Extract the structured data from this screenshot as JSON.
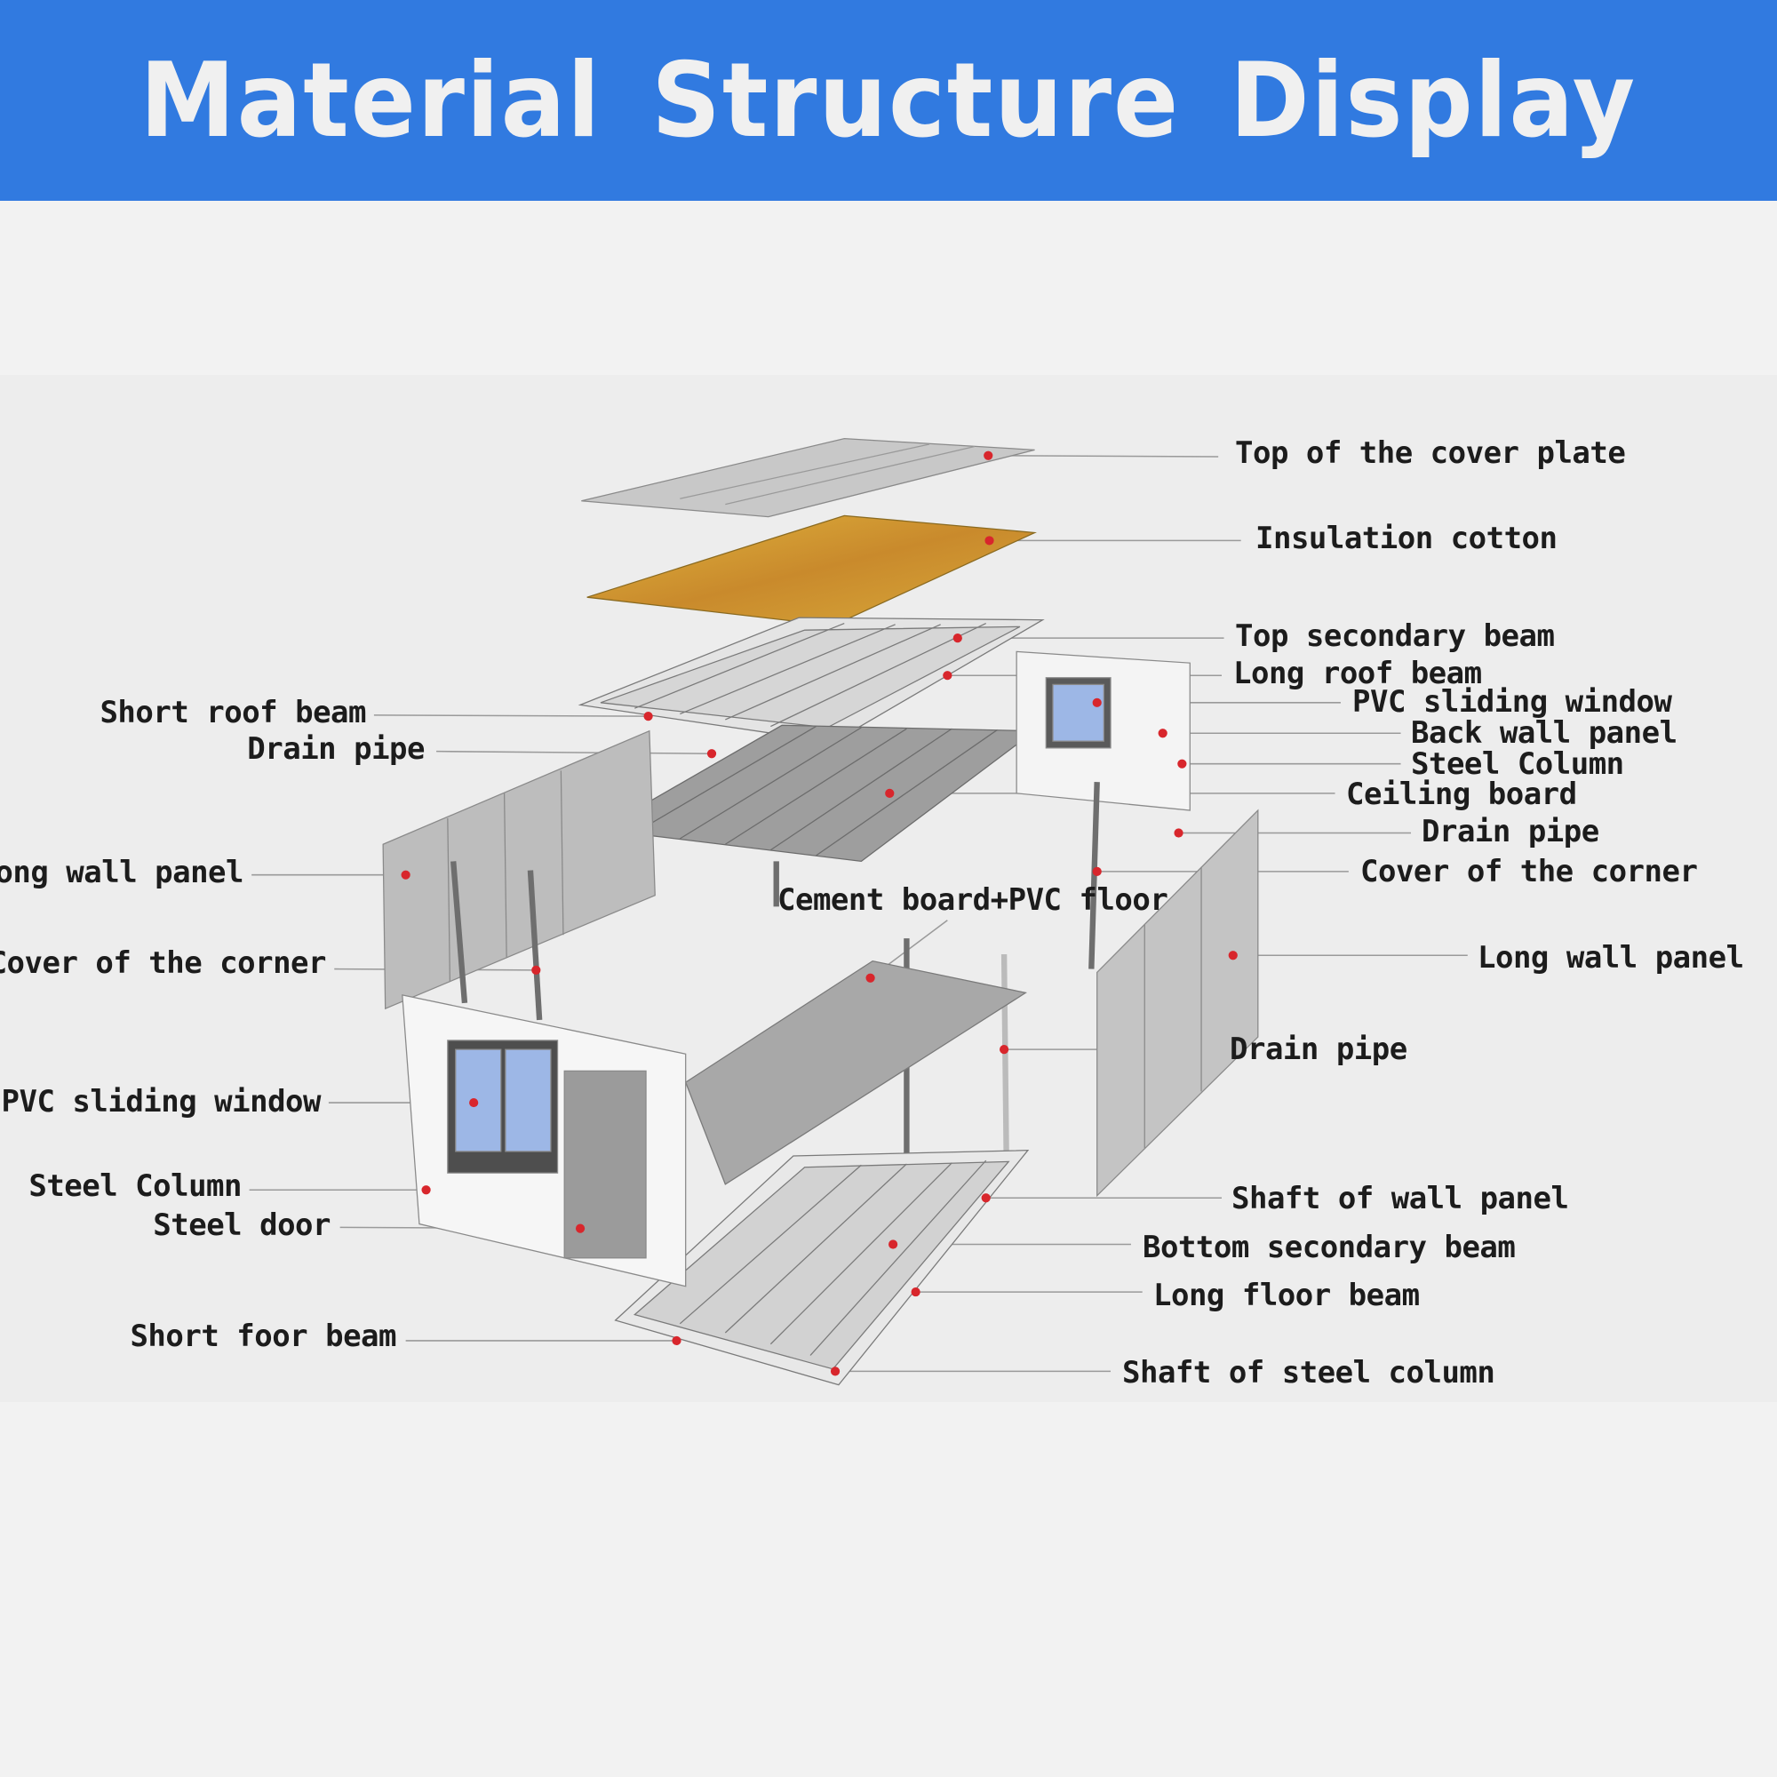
{
  "header": {
    "title": "Material Structure Display",
    "color": "#317ae0"
  },
  "labels_right": [
    "Top of the cover plate",
    "Insulation cotton",
    "Top secondary beam",
    "Long roof beam",
    "PVC sliding window",
    "Back wall panel",
    "Steel Column",
    "Ceiling board",
    "Drain pipe",
    "Cover of the corner",
    "Long wall panel",
    "Drain pipe",
    "Shaft of wall panel",
    "Bottom secondary beam",
    "Long floor beam",
    "Shaft of steel column"
  ],
  "labels_left": [
    "Short roof beam",
    "Drain pipe",
    "Long wall panel",
    "Cover of the corner",
    "PVC sliding window",
    "Steel Column",
    "Steel door",
    "Short foor beam"
  ],
  "label_center": "Cement board+PVC floor",
  "colors": {
    "insulation": "#d4a237",
    "marker": "#d8262c",
    "panel": "#bdbdbd"
  }
}
